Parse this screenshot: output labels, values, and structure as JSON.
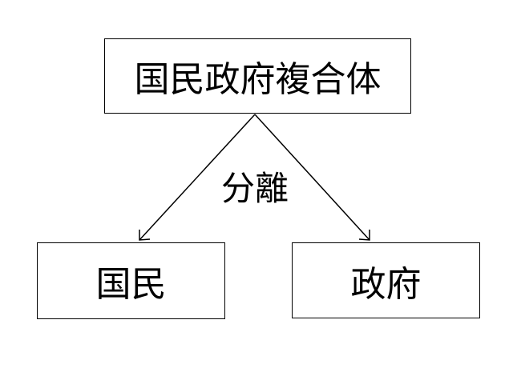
{
  "diagram": {
    "nodes": {
      "top": "国民政府複合体",
      "left": "国民",
      "right": "政府"
    },
    "edge_label": "分離",
    "edges": [
      {
        "from": "top",
        "to": "left"
      },
      {
        "from": "top",
        "to": "right"
      }
    ],
    "line_color": "#000000"
  }
}
